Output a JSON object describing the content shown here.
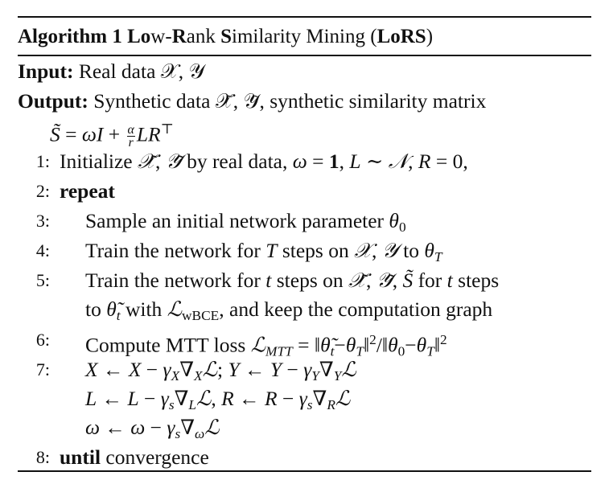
{
  "algorithm": {
    "number_label": "Algorithm 1",
    "title_parts": [
      {
        "t": "Lo",
        "b": true
      },
      {
        "t": "w-",
        "b": false
      },
      {
        "t": "R",
        "b": true
      },
      {
        "t": "ank ",
        "b": false
      },
      {
        "t": "S",
        "b": true
      },
      {
        "t": "imilarity Mining (",
        "b": false
      },
      {
        "t": "LoRS",
        "b": true
      },
      {
        "t": ")",
        "b": false
      }
    ],
    "input_label": "Input:",
    "input_text": "Real data 𝒳, 𝒴",
    "output_label": "Output:",
    "output_text": "Synthetic data 𝒳̃, 𝒴̃, synthetic similarity matrix",
    "output_formula": "S̃ = ωI + (α/r) LR^⊤",
    "steps": [
      {
        "num": "1:",
        "text": "Initialize 𝒳̃, 𝒴̃ by real data, ω = 1, L ∼ 𝒩, R = 0,"
      },
      {
        "num": "2:",
        "text": "repeat"
      },
      {
        "num": "3:",
        "text": "Sample an initial network parameter θ0"
      },
      {
        "num": "4:",
        "text": "Train the network for T steps on 𝒳, 𝒴 to θT"
      },
      {
        "num": "5:",
        "text": "Train the network for t steps on 𝒳̃, 𝒴̃, S̃ for t steps"
      },
      {
        "num": "",
        "text": "to θ̃t with ℒwBCE, and keep the computation graph"
      },
      {
        "num": "6:",
        "text": "Compute MTT loss ℒMTT = ‖θ̃t−θT‖²/‖θ0−θT‖²"
      },
      {
        "num": "7:",
        "text": "X ← X − γX∇Xℒ; Y ← Y − γY∇Yℒ"
      },
      {
        "num": "",
        "text": "L ← L − γs∇Lℒ, R ← R − γs∇Rℒ"
      },
      {
        "num": "",
        "text": "ω ← ω − γs∇ωℒ"
      },
      {
        "num": "8:",
        "text": "until convergence"
      }
    ]
  }
}
